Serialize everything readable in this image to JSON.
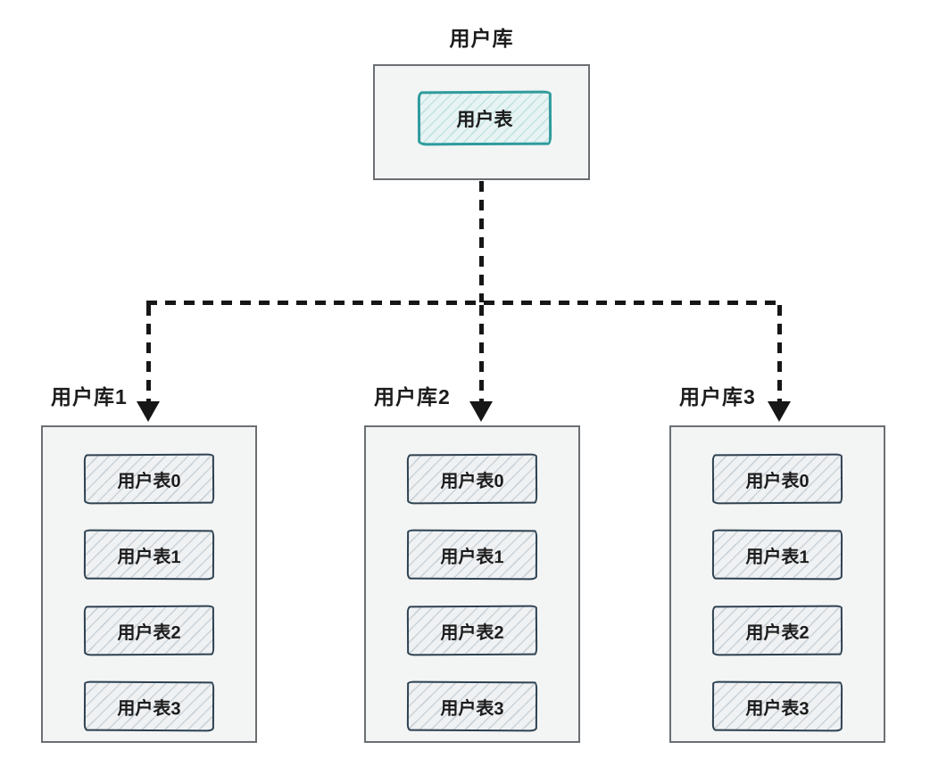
{
  "diagram_title": "database sharding (one user DB split into three sharded DBs)",
  "root_db": {
    "title": "用户库",
    "table_label": "用户表"
  },
  "shards": [
    {
      "title": "用户库1",
      "tables": [
        "用户表0",
        "用户表1",
        "用户表2",
        "用户表3"
      ]
    },
    {
      "title": "用户库2",
      "tables": [
        "用户表0",
        "用户表1",
        "用户表2",
        "用户表3"
      ]
    },
    {
      "title": "用户库3",
      "tables": [
        "用户表0",
        "用户表1",
        "用户表2",
        "用户表3"
      ]
    }
  ],
  "colors": {
    "background": "#ffffff",
    "db_box_fill": "#f3f4f4",
    "db_box_border": "#6b6f73",
    "root_table_border_teal": "#2f9b9d",
    "root_table_fill": "#e7f4f3",
    "shard_table_border": "#2d4150",
    "shard_table_fill": "#eff1f3",
    "connector_line": "#161616",
    "text": "#1c1c1c"
  },
  "connector_style": "thick black dashed lines with solid down arrowheads"
}
